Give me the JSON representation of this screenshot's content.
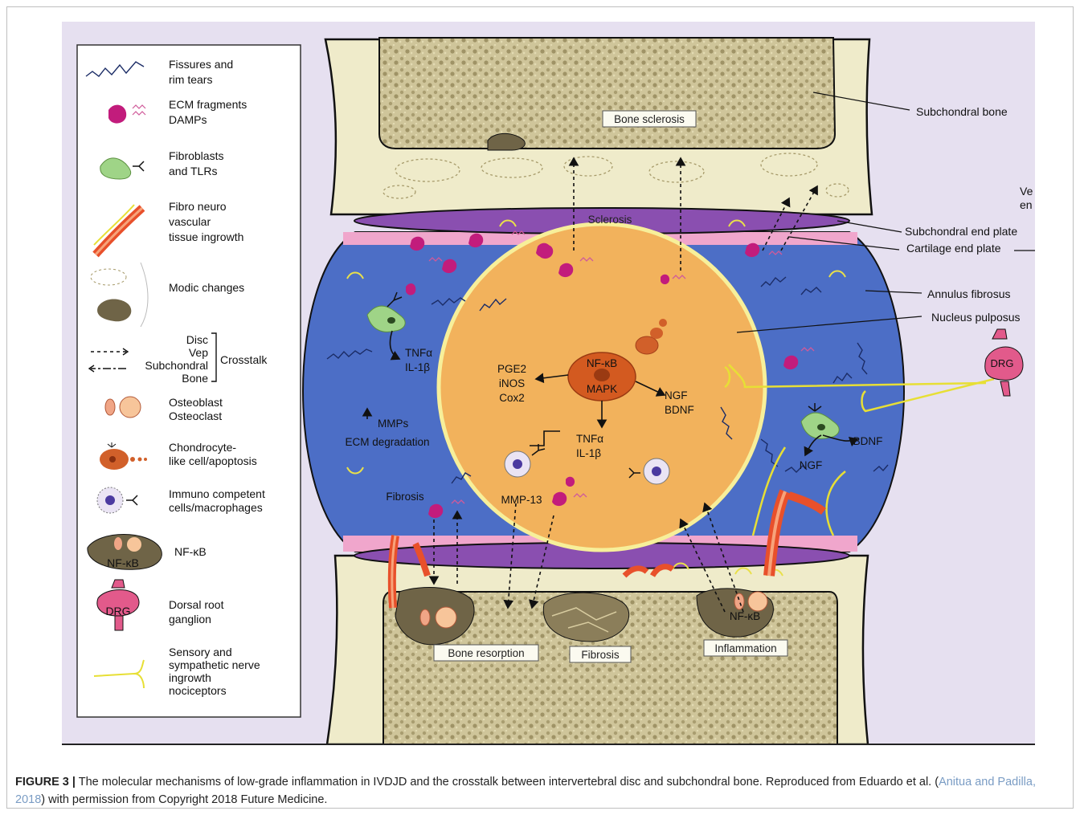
{
  "figure": {
    "legend": [
      {
        "l1": "Fissures and",
        "l2": "rim tears",
        "icon": "fissure-icon"
      },
      {
        "l1": "ECM fragments",
        "l2": "DAMPs",
        "icon": "ecm-fragment-icon"
      },
      {
        "l1": "Fibroblasts",
        "l2": "and TLRs",
        "icon": "fibroblast-icon"
      },
      {
        "l1": "Fibro neuro",
        "l2": "vascular",
        "l3": "tissue ingrowth",
        "icon": "vessel-icon"
      },
      {
        "l1": "Modic changes",
        "icon": "modic-icon"
      },
      {
        "l1": "Osteoblast",
        "l2": "Osteoclast",
        "icon": "osteoblast-icon"
      },
      {
        "l1": "Chondrocyte-",
        "l2": "like cell/apoptosis",
        "icon": "chondrocyte-icon"
      },
      {
        "l1": "Immuno competent",
        "l2": "cells/macrophages",
        "icon": "macrophage-icon"
      },
      {
        "l1": "NF-κB",
        "icon": "nfkb-icon"
      },
      {
        "l1": "Dorsal root",
        "l2": "ganglion",
        "icon": "drg-icon"
      },
      {
        "l1": "Sensory and",
        "l2": "sympathetic nerve",
        "l3": "ingrowth",
        "l4": "nociceptors",
        "icon": "nerve-icon"
      }
    ],
    "crosstalk": {
      "disc": "Disc",
      "vep": "Vep",
      "subchondral": "Subchondral",
      "bone": "Bone",
      "label": "Crosstalk"
    },
    "nfkb_icon_text": "NF-κB",
    "drg_icon_text": "DRG",
    "right_labels": {
      "subchondral_bone": "Subchondral bone",
      "subchondral_end_plate": "Subchondral end plate",
      "cartilage_end_plate": "Cartilage end plate",
      "annulus_fibrosus": "Annulus fibrosus",
      "nucleus_pulposus": "Nucleus pulposus",
      "cut_off_1": "Ve",
      "cut_off_2": "en"
    },
    "tags": {
      "bone_sclerosis": "Bone sclerosis",
      "sclerosis": "Sclerosis",
      "bone_resorption": "Bone resorption",
      "fibrosis_bottom": "Fibrosis",
      "inflammation": "Inflammation"
    },
    "center": {
      "nfkb": "NF-κB",
      "mapk": "MAPK",
      "pge2": "PGE2",
      "inos": "iNOS",
      "cox2": "Cox2",
      "ngf": "NGF",
      "bdnf": "BDNF",
      "tnf": "TNFα",
      "il1": "IL-1β",
      "mmp13": "MMP-13"
    },
    "annulus": {
      "tnf": "TNFα",
      "il1": "IL-1β",
      "mmps": "MMPs",
      "ecm_degradation": "ECM degradation",
      "fibrosis": "Fibrosis",
      "bdnf": "BDNF",
      "ngf": "NGF",
      "drg": "DRG"
    },
    "bottom_nfkb": "NF-κB",
    "colors": {
      "background": "#e6e0f0",
      "bone": "#eeeac4",
      "trabecular": "#c9bf93",
      "annulus": "#4c6ec6",
      "nucleus": "#f2b25c",
      "endplate": "#8a4fb0",
      "cartilage": "#ee86c0",
      "damp": "#c21c7c",
      "fibroblast": "#9fd487",
      "vessel": "#e8502b",
      "nerve": "#e7df35",
      "lesion": "#6f6447"
    }
  },
  "caption": {
    "label": "FIGURE 3 |",
    "text1": " The molecular mechanisms of low-grade inflammation in IVDJD and the crosstalk between intervertebral disc and subchondral bone. Reproduced from Eduardo et al. (",
    "ref": "Anitua and Padilla, 2018",
    "text2": ") with permission from Copyright 2018 Future Medicine."
  }
}
